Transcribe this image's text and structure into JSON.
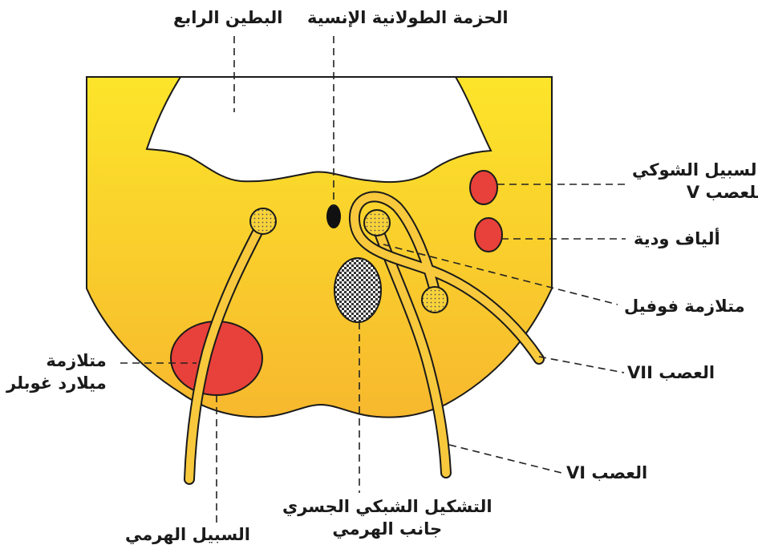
{
  "labels": {
    "fourth_ventricle": "البطين الرابع",
    "medial_longitudinal_fasciculus": "الحزمة الطولانية الإنسية",
    "spinal_tract_v_line1": "السبيل الشوكي",
    "spinal_tract_v_line2": "للعصب V",
    "solitary_fibers": "ألياف ودية",
    "facial_colliculus": "متلازمة فوفيل",
    "nerve_vii": "العصب VII",
    "millard_gubler_line1": "متلازمة",
    "millard_gubler_line2": "ميلارد غوبلر",
    "nerve_vi": "العصب VI",
    "pprf_line1": "التشكيل الشبكي الجسري",
    "pprf_line2": "جانب الهرمي",
    "pyramidal_tract": "السبيل الهرمي"
  },
  "colors": {
    "pons_top": "#fce52a",
    "pons_bottom": "#f7b82e",
    "nerve_fill": "#f8c93c",
    "lesion_red": "#e8403a",
    "outline": "#1a1a1a"
  },
  "icons": {
    "nucleus_dotted": "dotted-circle",
    "reticular_checkered": "checkered-oval"
  }
}
